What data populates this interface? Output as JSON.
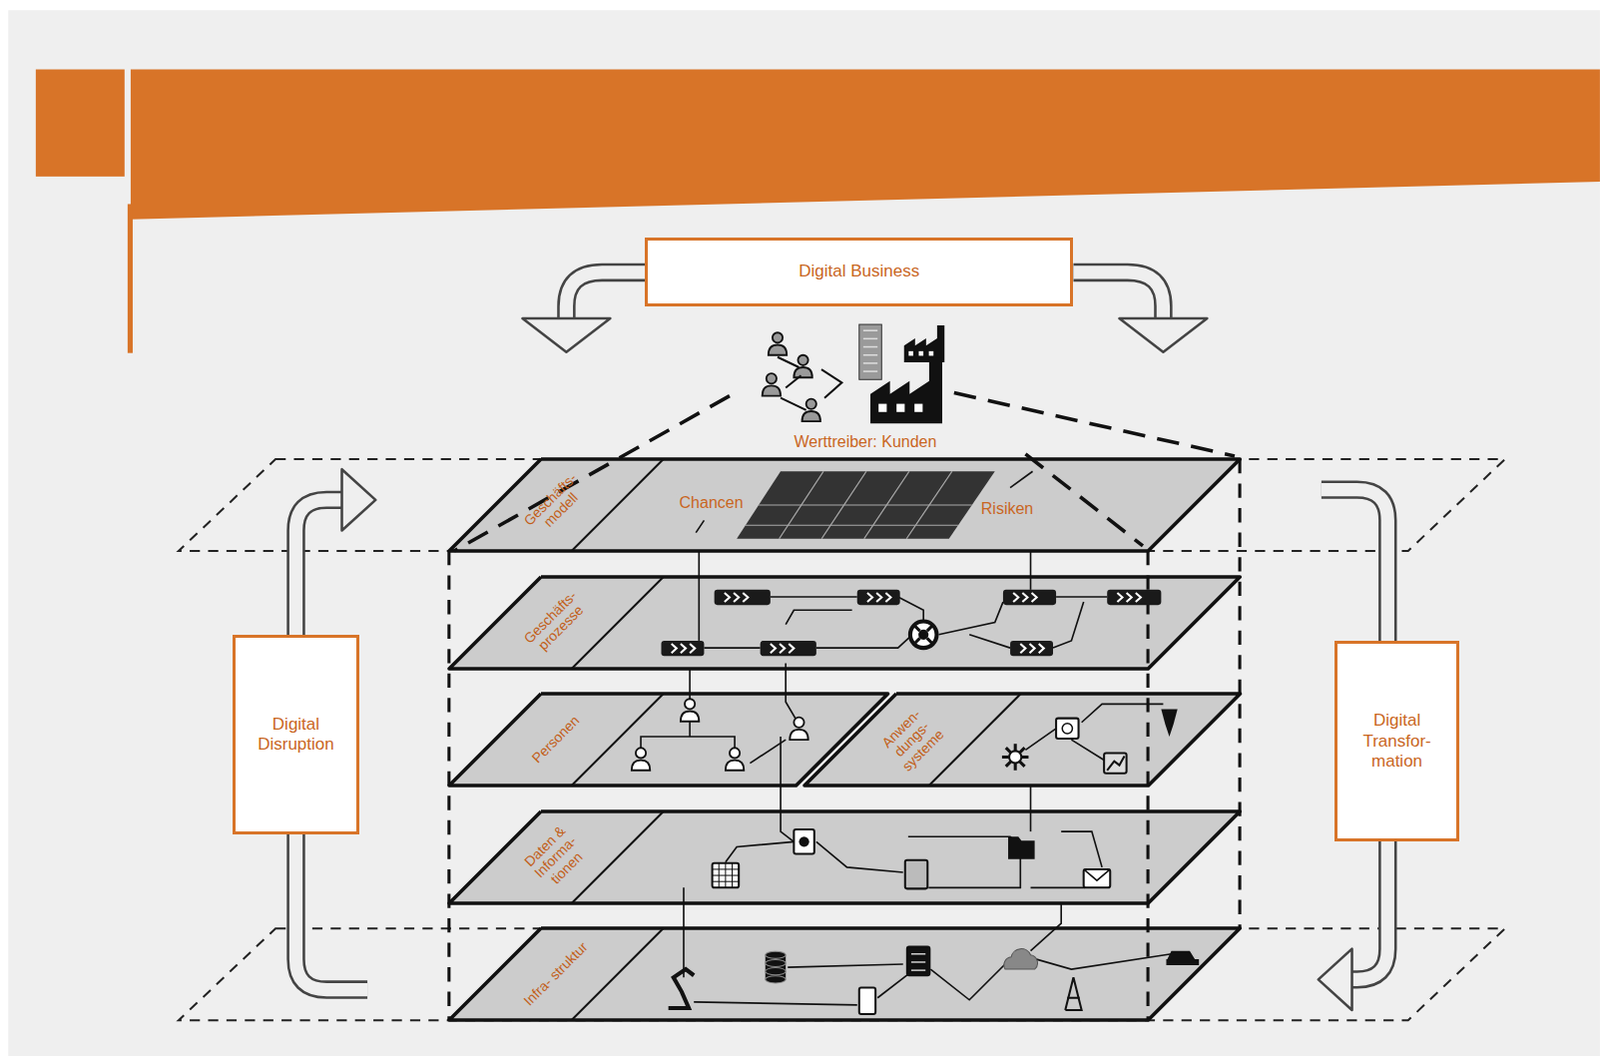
{
  "diagram": {
    "nodes": [
      {
        "text": [
          "Digital Business"
        ]
      },
      {
        "text": [
          "Digital Disruption"
        ]
      },
      {
        "text": [
          "Geschäfts- modell"
        ]
      },
      {
        "text": [
          "Geschäfts- prozesse"
        ]
      },
      {
        "text": [
          "Personen"
        ]
      },
      {
        "text": [
          "Anwen- dungs- systeme"
        ]
      },
      {
        "text": [
          "Daten & Informa- tionen"
        ]
      },
      {
        "text": [
          "Infra- struktur"
        ]
      },
      {
        "text": [
          "Digital Transfor- mation"
        ]
      }
    ],
    "labels": [
      "Werttreiber: Kunden",
      "Chancen",
      "Risiken"
    ]
  }
}
